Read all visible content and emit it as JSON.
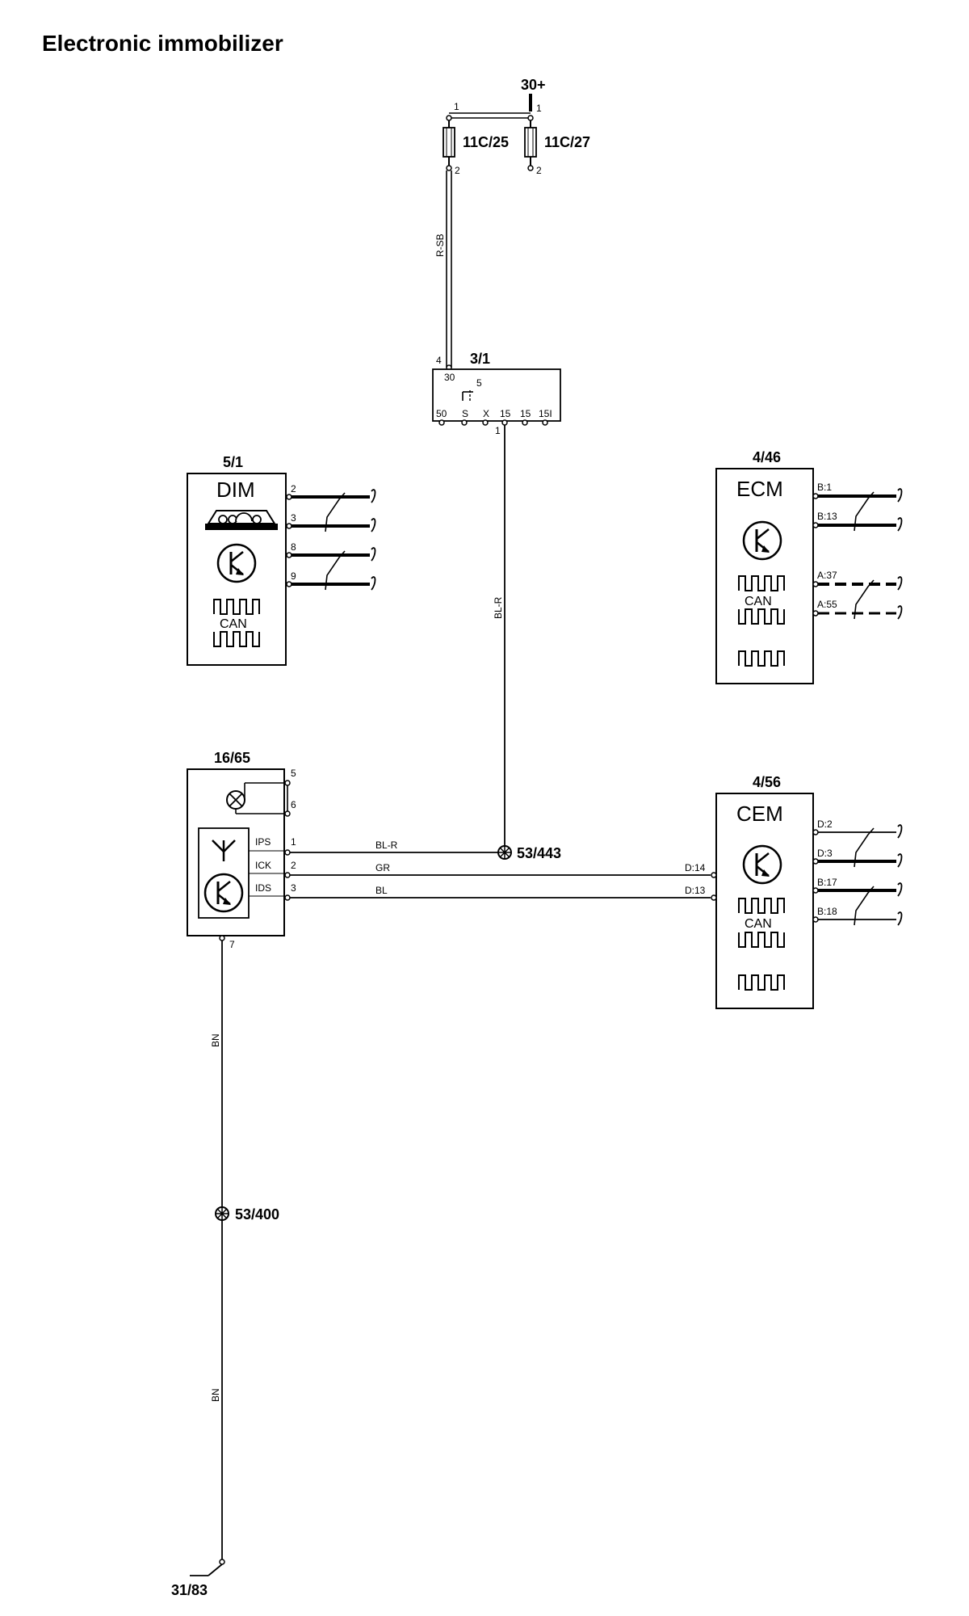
{
  "title": "Electronic immobilizer",
  "supply": {
    "label": "30+",
    "fuse_left": {
      "id": "11C/25",
      "pin_top": "1",
      "pin_bottom": "2"
    },
    "fuse_right": {
      "id": "11C/27",
      "pin_top": "1",
      "pin_bottom": "2"
    },
    "wire_color": "R-SB"
  },
  "ignition_switch": {
    "id": "3/1",
    "pin_in": "4",
    "pin_30": "30",
    "pin_5": "5",
    "terminals": [
      "50",
      "S",
      "X",
      "15",
      "15",
      "15I"
    ],
    "pin_out": "1",
    "wire_out_color": "BL-R"
  },
  "dim": {
    "id": "5/1",
    "name": "DIM",
    "can": "CAN",
    "pins": [
      "2",
      "3",
      "8",
      "9"
    ]
  },
  "ecm": {
    "id": "4/46",
    "name": "ECM",
    "can": "CAN",
    "pins": [
      "B:1",
      "B:13",
      "A:37",
      "A:55"
    ]
  },
  "immobilizer": {
    "id": "16/65",
    "pin_5": "5",
    "pin_6": "6",
    "pin_7": "7",
    "signals": [
      {
        "name": "IPS",
        "pin": "1",
        "wire": "BL-R"
      },
      {
        "name": "ICK",
        "pin": "2",
        "wire": "GR"
      },
      {
        "name": "IDS",
        "pin": "3",
        "wire": "BL"
      }
    ]
  },
  "cem": {
    "id": "4/56",
    "name": "CEM",
    "can": "CAN",
    "in_pins": [
      "D:14",
      "D:13"
    ],
    "pins": [
      "D:2",
      "D:3",
      "B:17",
      "B:18"
    ]
  },
  "splices": {
    "upper": "53/443",
    "lower": "53/400"
  },
  "ground": {
    "id": "31/83",
    "wire_color_upper": "BN",
    "wire_color_lower": "BN"
  }
}
